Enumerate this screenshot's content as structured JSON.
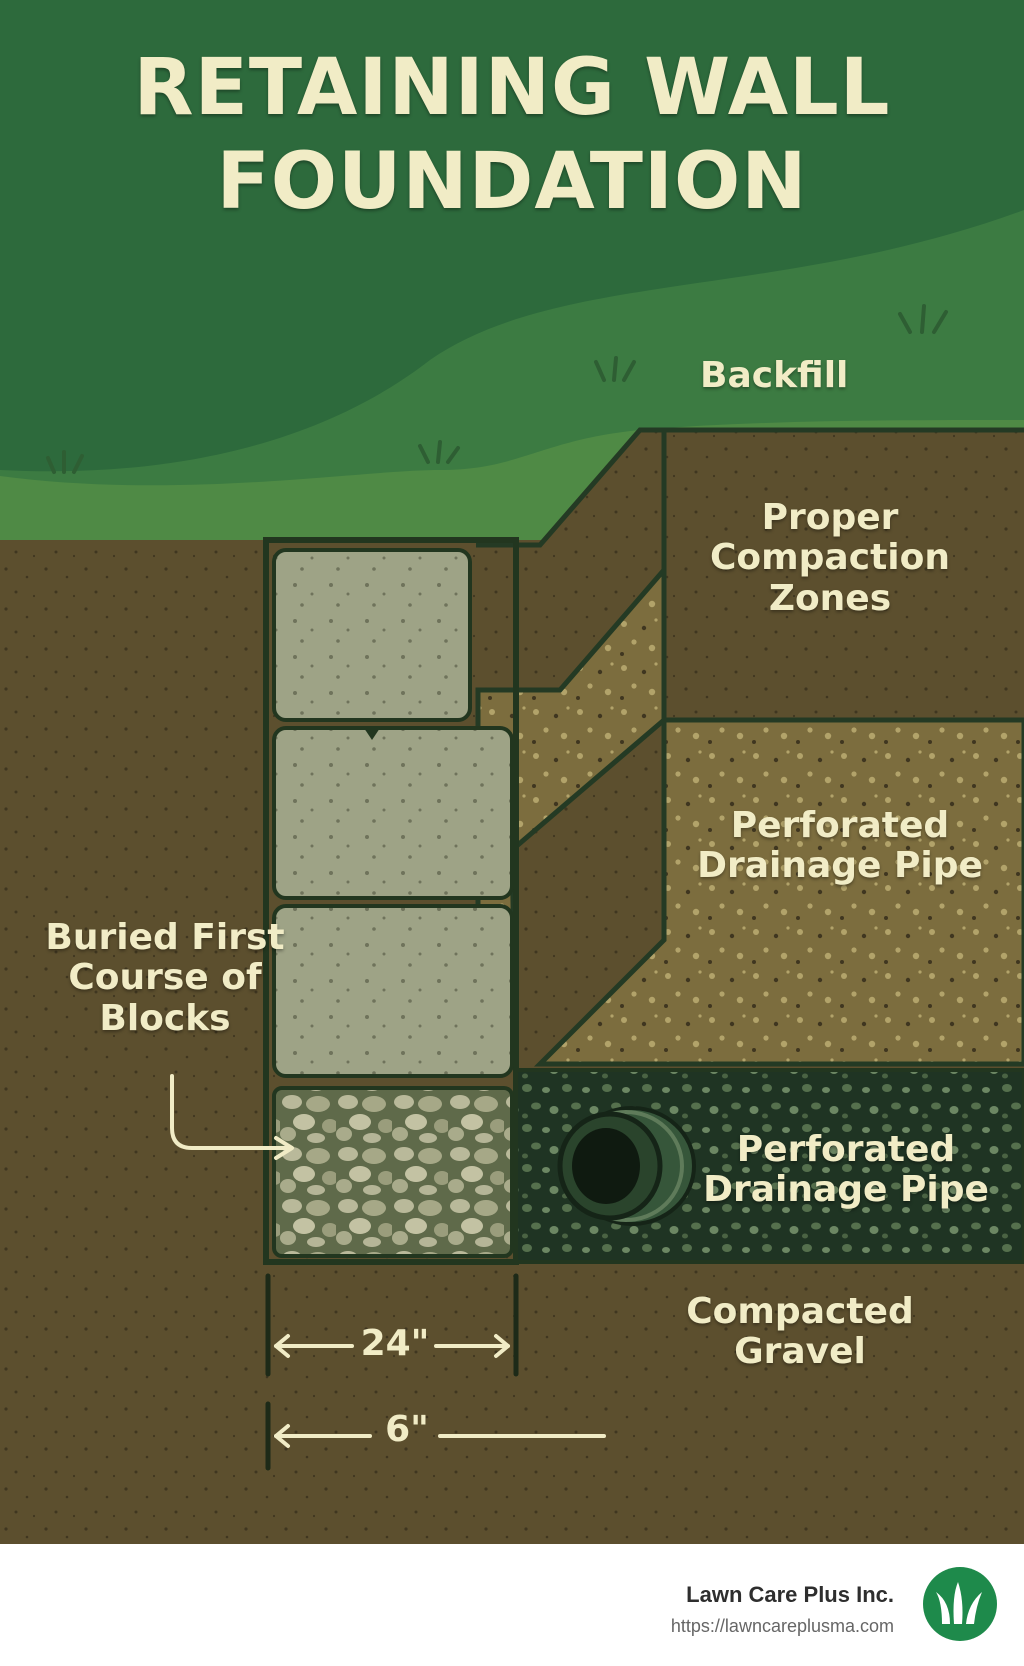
{
  "title": "RETAINING WALL FOUNDATION",
  "labels": {
    "backfill": "Backfill",
    "compaction": "Proper Compaction Zones",
    "drainage_upper": "Perforated Drainage Pipe",
    "buried_course": "Buried First Course of Blocks",
    "drainage_lower": "Perforated Drainage Pipe",
    "compacted_gravel": "Compacted Gravel"
  },
  "dimensions": {
    "width_label": "24\"",
    "depth_label": "6\""
  },
  "footer": {
    "company": "Lawn Care Plus Inc.",
    "url": "https://lawncareplusma.com",
    "logo_icon": "grass-leaf-icon"
  },
  "colors": {
    "sky_green": "#2d6a3c",
    "grass": "#4f8a45",
    "soil": "#5c4f2e",
    "block": "#9ea386",
    "gravel": "#7c6d3e",
    "dark_drainage": "#1f3423",
    "label_text": "#f1ecc6",
    "logo_green": "#1e8a4b"
  }
}
